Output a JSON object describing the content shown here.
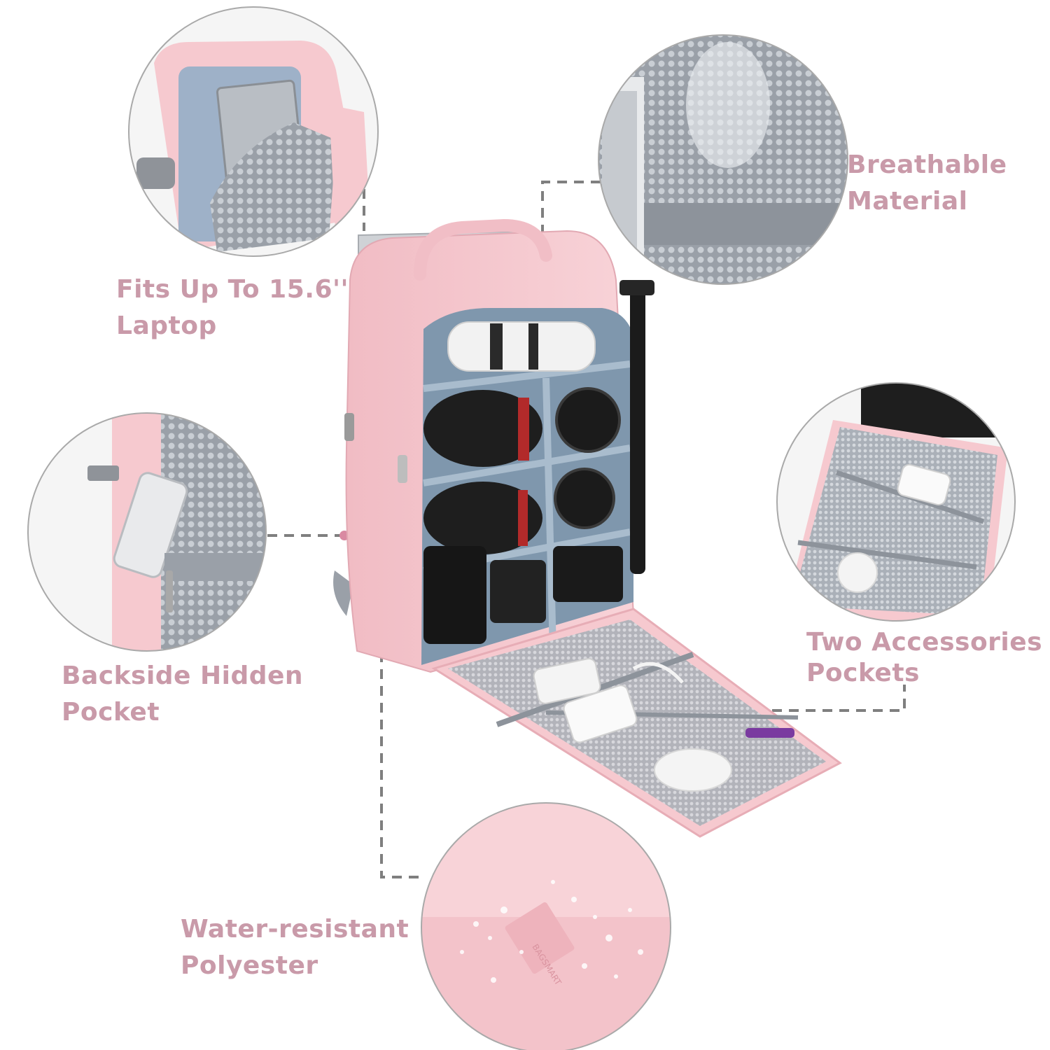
{
  "colors": {
    "label_text": "#c99aa9",
    "connector": "#7f7f7f",
    "dot": "#d98aa2",
    "circle_border": "#a9a9a9",
    "bag_pink": "#f6c9cf",
    "bag_pink_dark": "#e7adb6",
    "lining_blue": "#8ea7bd",
    "mesh_grey": "#b7bcc3",
    "lens_black": "#1e1e1e"
  },
  "features": {
    "laptop": {
      "line1": "Fits Up To 15.6''",
      "line2": "Laptop"
    },
    "breathable": {
      "line1": "Breathable",
      "line2": "Material"
    },
    "backside": {
      "line1": "Backside Hidden",
      "line2": "Pocket"
    },
    "accessories": {
      "line1": "Two Accessories",
      "line2": "Pockets"
    },
    "water": {
      "line1": "Water-resistant",
      "line2": "Polyester"
    }
  },
  "brand": {
    "patch_text": "BAGSMART"
  },
  "icons": {
    "laptop_detail": "laptop-compartment-photo",
    "mesh_detail": "mesh-fabric-photo",
    "pocket_detail": "phone-pocket-photo",
    "accessory_detail": "accessory-pockets-photo",
    "fabric_detail": "water-droplets-photo",
    "product": "camera-backpack-photo"
  }
}
